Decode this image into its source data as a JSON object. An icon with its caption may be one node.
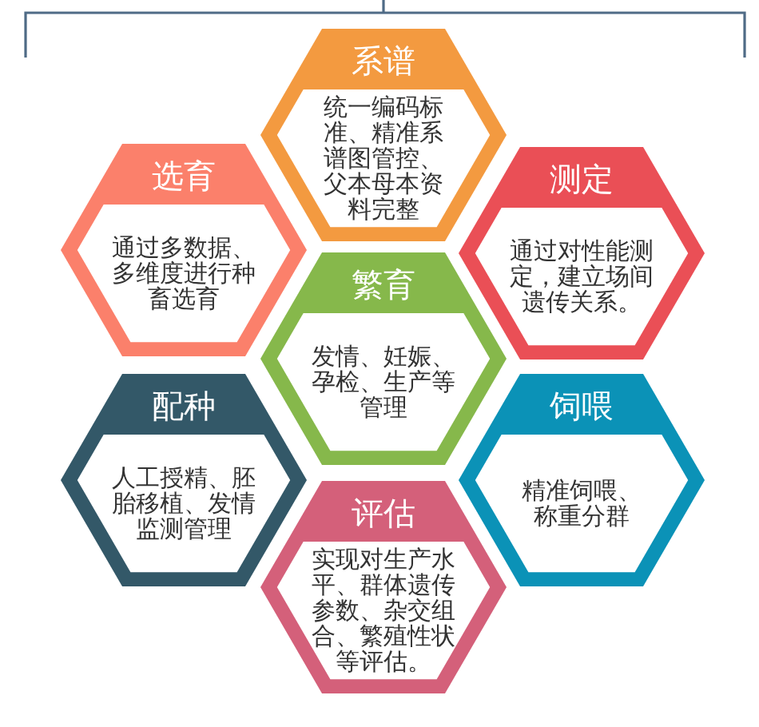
{
  "diagram": {
    "nodes": [
      {
        "text": [
          "系谱",
          "统一编码标准、精准系谱图管控、父本母本资料完整"
        ]
      },
      {
        "text": [
          "选育",
          "通过多数据、多维度进行种畜选育"
        ]
      },
      {
        "text": [
          "测定",
          "通过对性能测定，建立场间遗传关系。"
        ]
      },
      {
        "text": [
          "繁育",
          "发情、妊娠、孕检、生产等管理"
        ]
      },
      {
        "text": [
          "配种",
          "人工授精、胚胎移植、发情监测管理"
        ]
      },
      {
        "text": [
          "饲喂",
          "精准饲喂、称重分群"
        ]
      },
      {
        "text": [
          "评估",
          "实现对生产水平、群体遗传参数、杂交组合、繁殖性状等评估。"
        ]
      }
    ]
  }
}
